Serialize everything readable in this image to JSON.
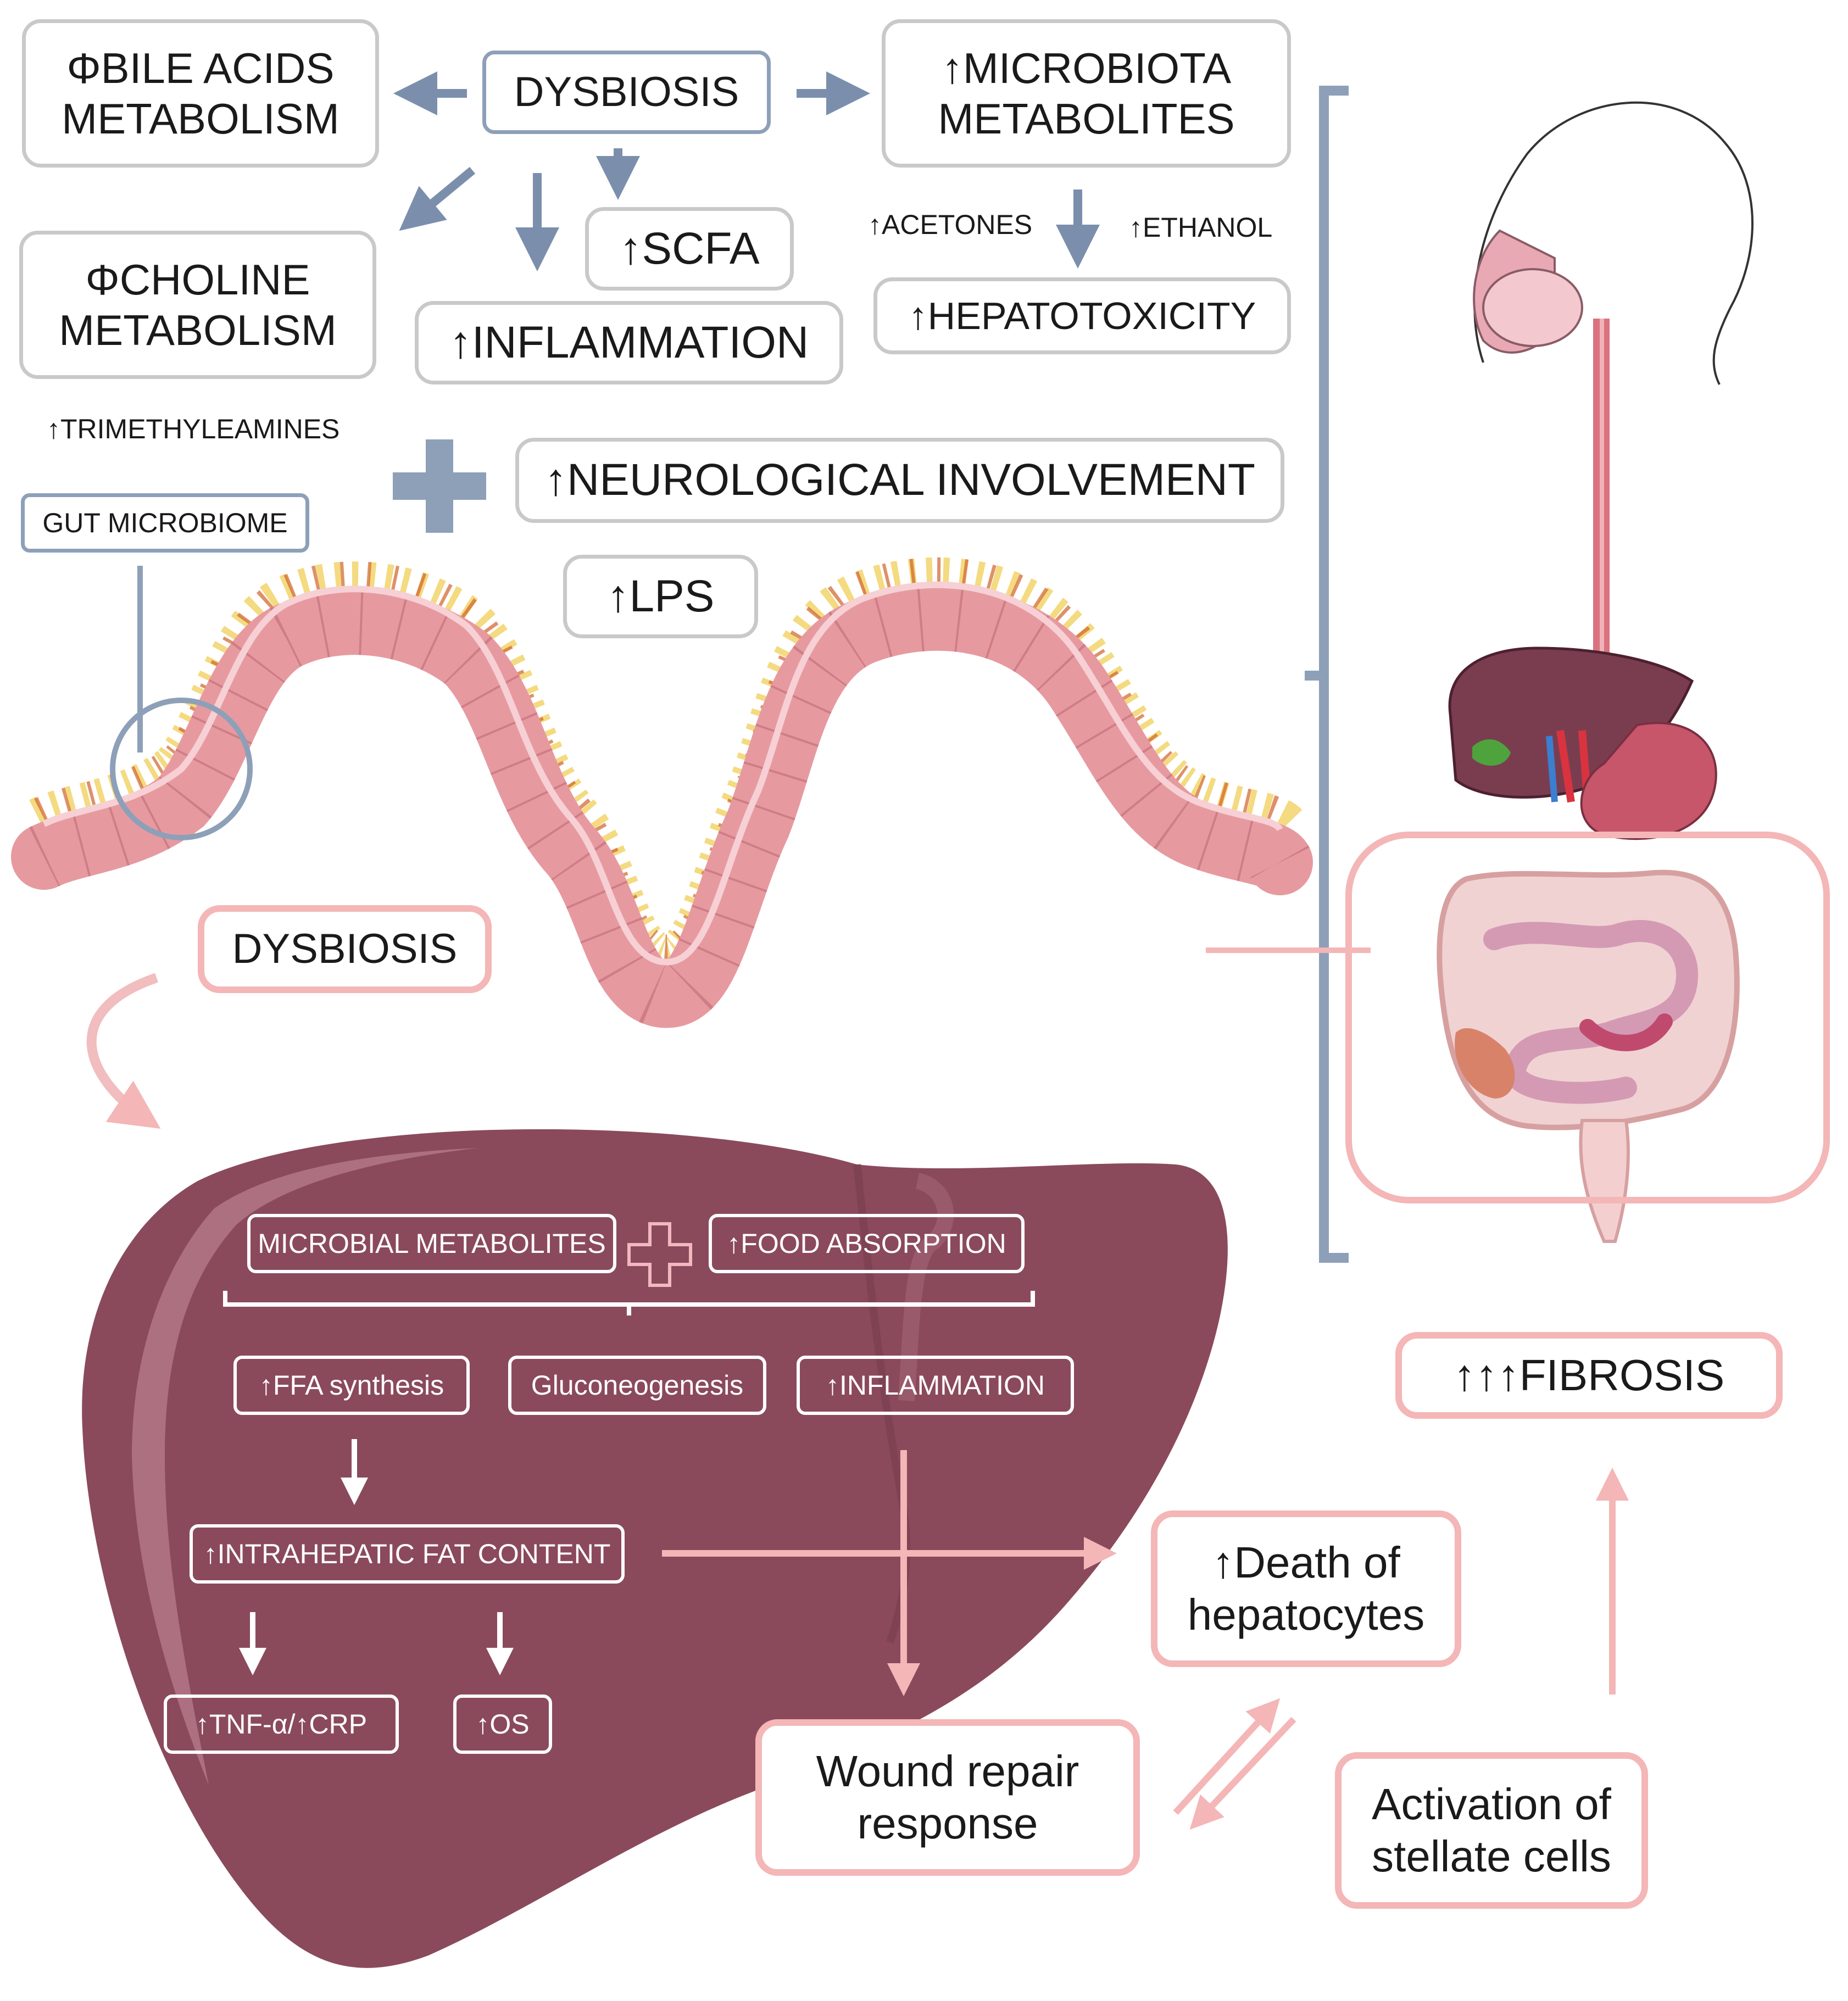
{
  "top": {
    "bile_acids": "ΦBILE ACIDS\nMETABOLISM",
    "dysbiosis": "DYSBIOSIS",
    "microbiota_metabolites": "↑MICROBIOTA\nMETABOLITES",
    "choline": "ΦCHOLINE\nMETABOLISM",
    "scfa": "↑SCFA",
    "inflammation": "↑INFLAMMATION",
    "acetones": "↑ACETONES",
    "ethanol": "↑ETHANOL",
    "hepatotoxicity": "↑HEPATOTOXICITY",
    "trimethyleamines": "↑TRIMETHYLEAMINES",
    "neurological": "↑NEUROLOGICAL INVOLVEMENT",
    "gut_microbiome": "GUT MICROBIOME",
    "lps": "↑LPS"
  },
  "middle": {
    "dysbiosis_pink": "DYSBIOSIS"
  },
  "liver": {
    "microbial_metabolites": "MICROBIAL METABOLITES",
    "food_absorption": "↑FOOD ABSORPTION",
    "ffa_synthesis": "↑FFA synthesis",
    "gluconeogenesis": "Gluconeogenesis",
    "inflammation": "↑INFLAMMATION",
    "intrahepatic_fat": "↑INTRAHEPATIC FAT CONTENT",
    "tnf_crp": "↑TNF-α/↑CRP",
    "os": "↑OS"
  },
  "outcomes": {
    "fibrosis": "↑↑↑FIBROSIS",
    "death_hepatocytes": "↑Death of\nhepatocytes",
    "wound_repair": "Wound repair\nresponse",
    "stellate_cells": "Activation of\nstellate cells"
  },
  "colors": {
    "box_gray": "#c9c9c9",
    "box_blue": "#8ea0b8",
    "arrow_blue": "#7b8fad",
    "pink": "#f4b6b6",
    "liver": "#8a4a5c",
    "intestine": "#e69aa0"
  },
  "icons": [
    "plus-icon",
    "intestinal-villi-illustration",
    "liver-illustration",
    "digestive-tract-illustration"
  ]
}
